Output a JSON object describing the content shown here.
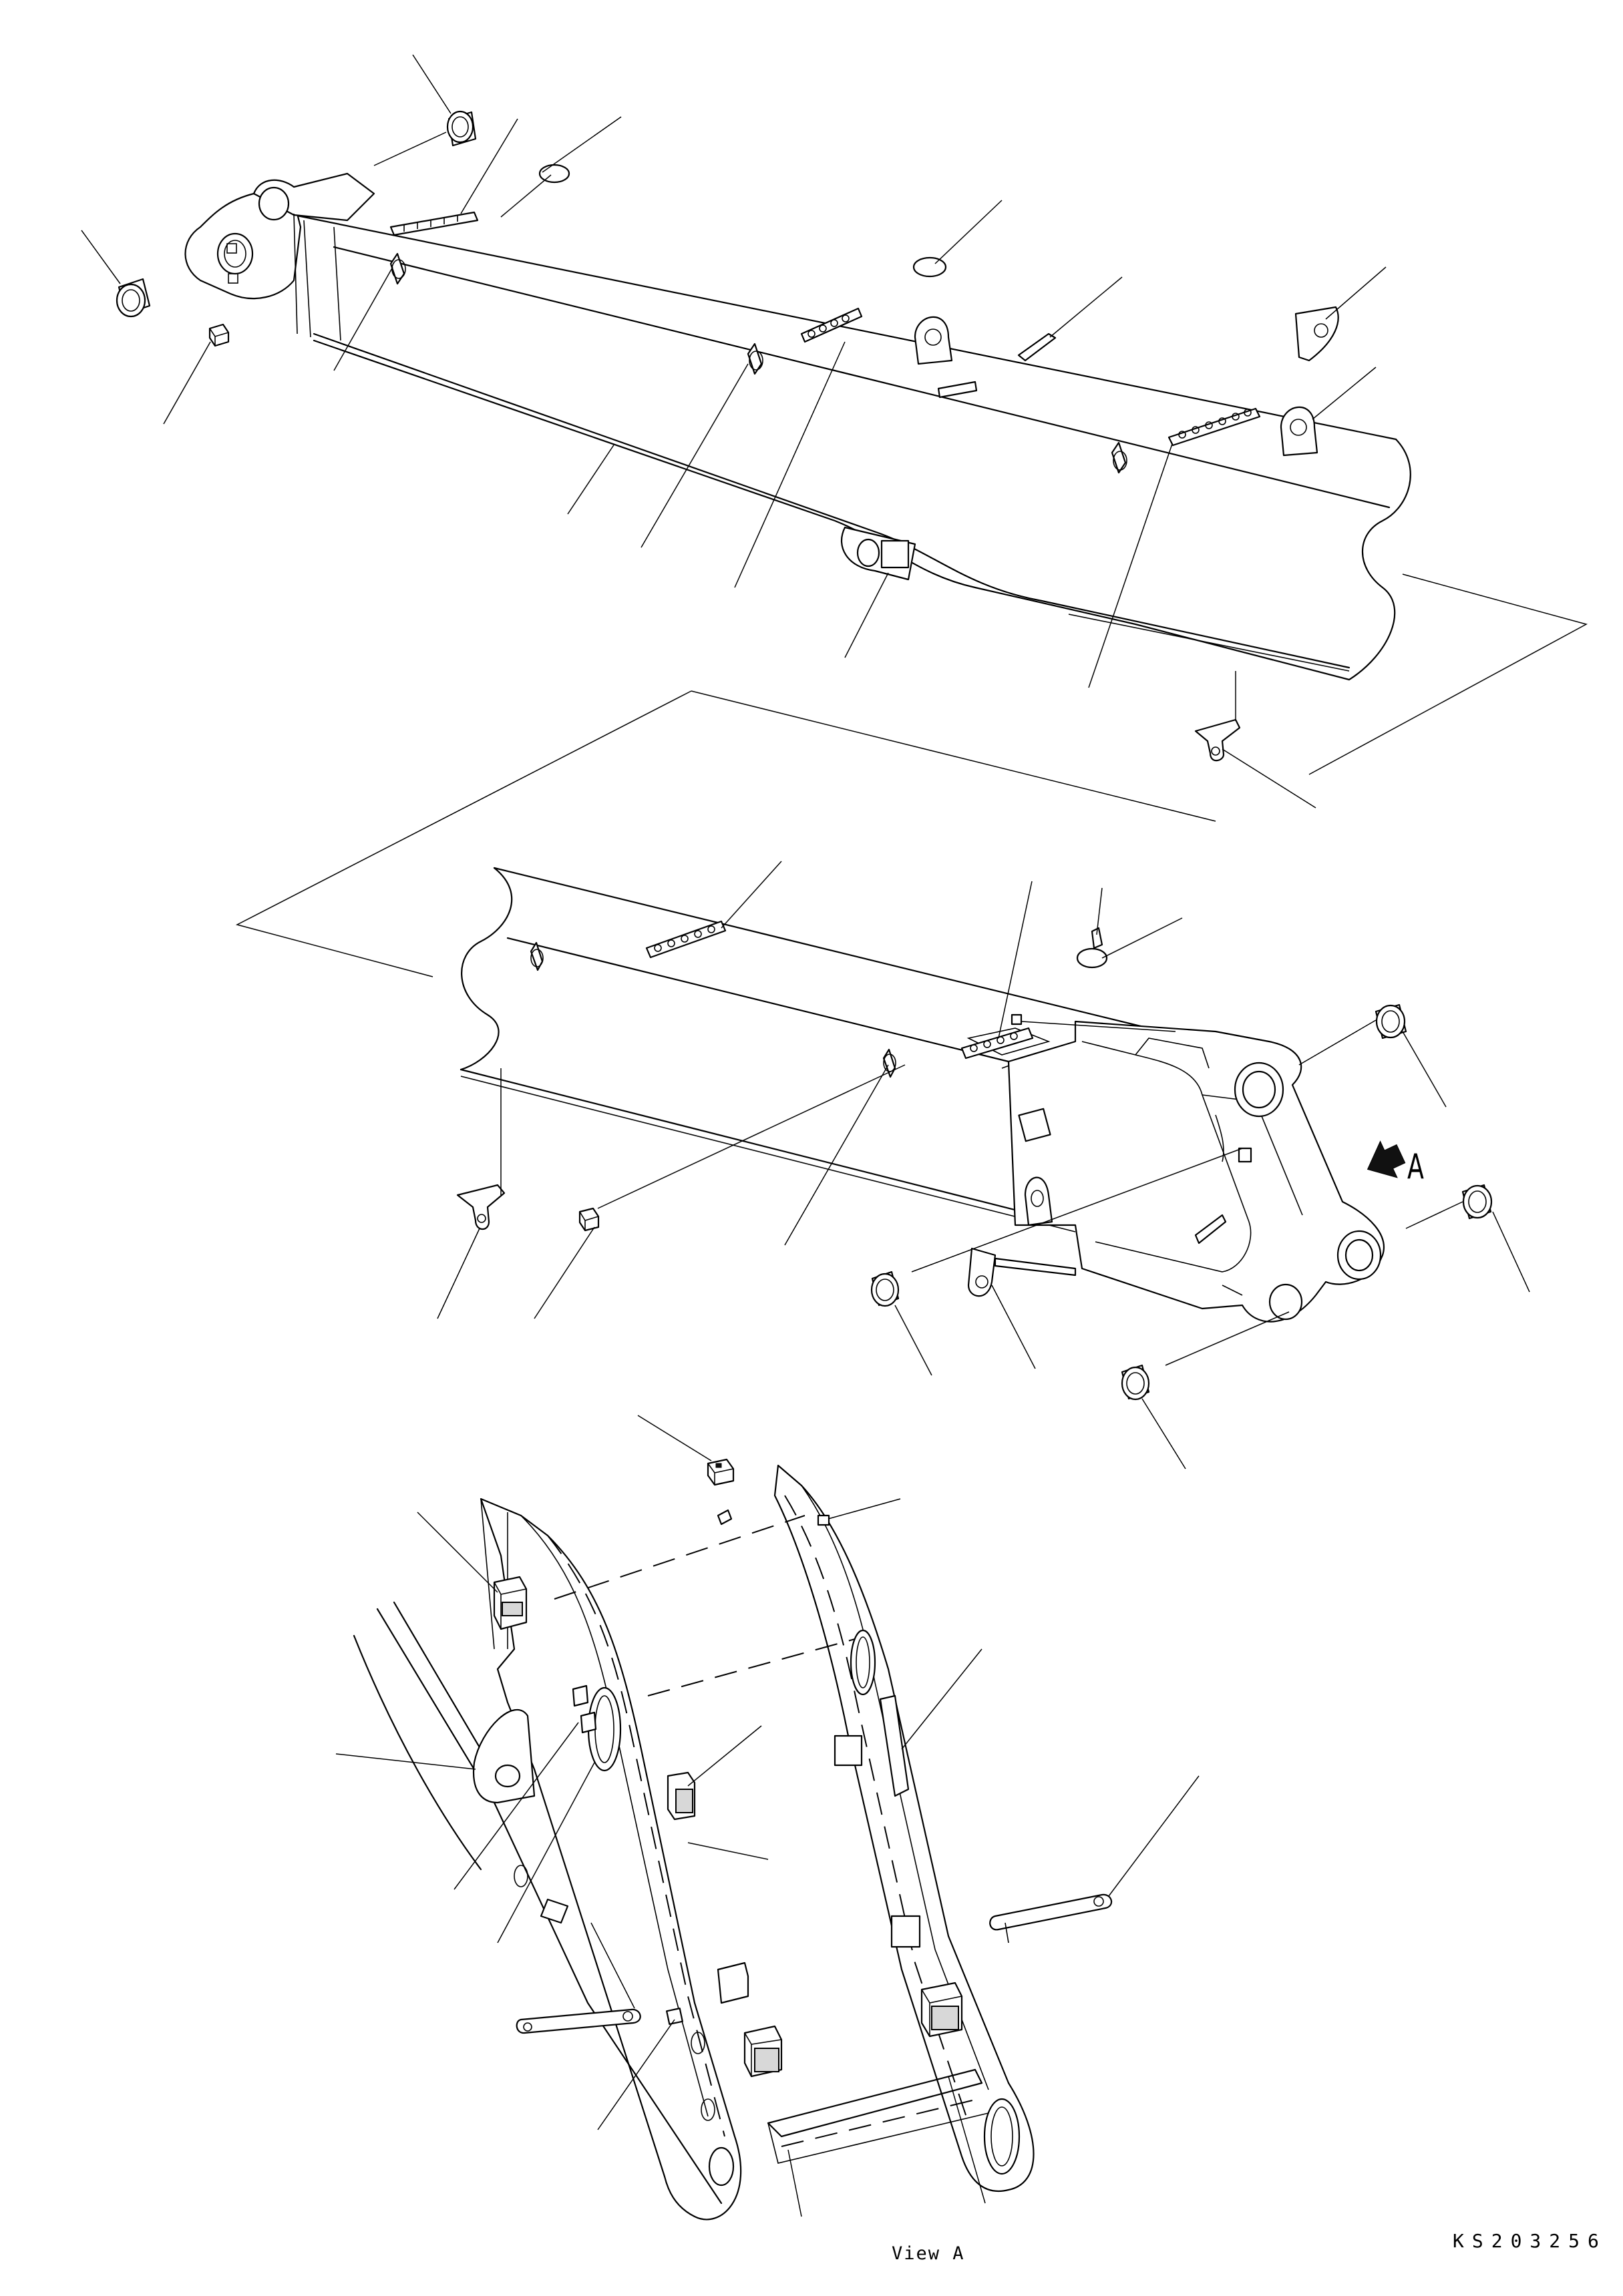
{
  "view_label": "View A",
  "drawing_id": "KS203256",
  "arrow_letter": "A"
}
